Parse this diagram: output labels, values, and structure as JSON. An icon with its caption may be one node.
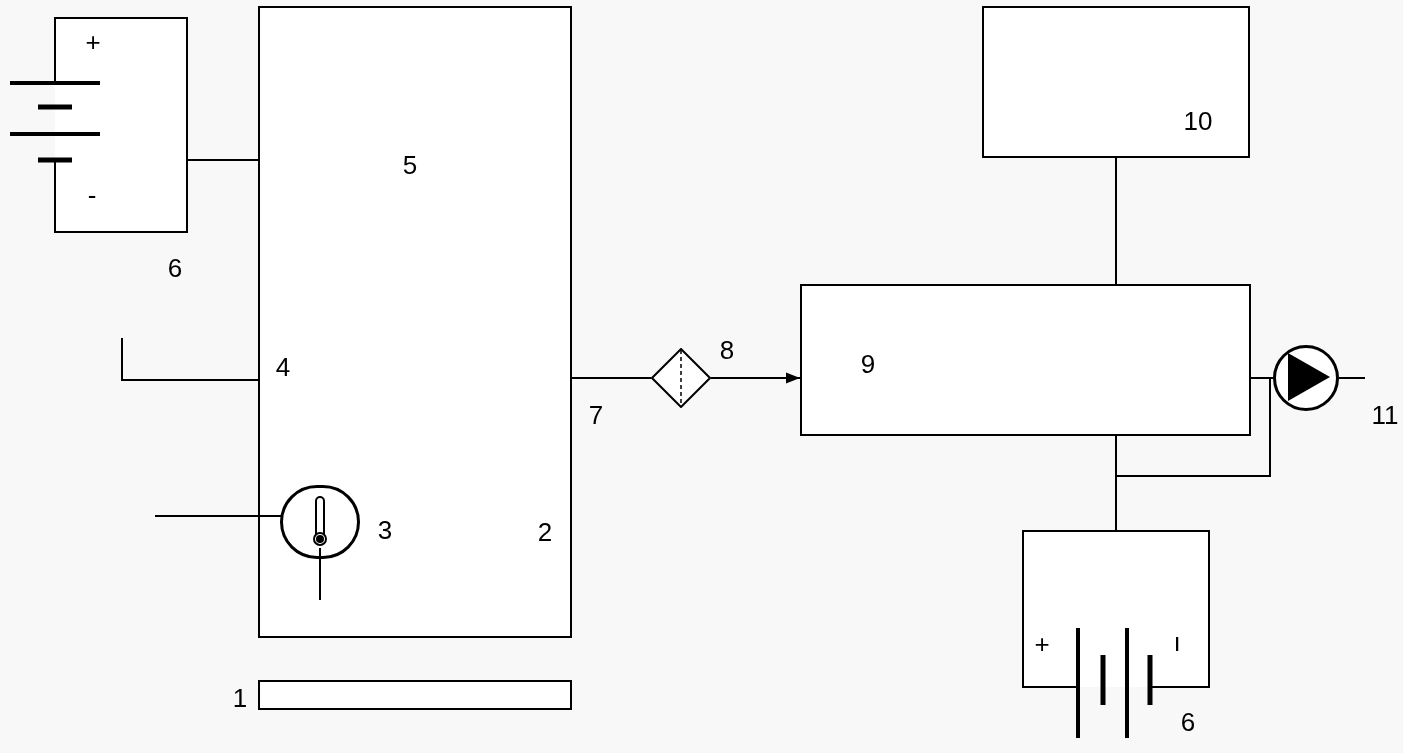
{
  "diagram": {
    "nodes": [
      {
        "text": [
          "5",
          "2"
        ]
      },
      {
        "text": [
          "+",
          "-"
        ],
        "beside": [
          "6"
        ]
      },
      {
        "text": [],
        "shape": "circle",
        "in": 0,
        "beside": [
          "3"
        ]
      },
      {
        "text": [],
        "shape": "bar",
        "beside": [
          "1"
        ]
      },
      {
        "text": [],
        "shape": "diamond",
        "beside": [
          "8"
        ]
      },
      {
        "text": [
          "9"
        ]
      },
      {
        "text": [
          "10"
        ]
      },
      {
        "text": [],
        "shape": "circle",
        "beside": [
          "11"
        ]
      },
      {
        "text": [
          "+",
          "ı"
        ],
        "beside": [
          "6"
        ]
      }
    ],
    "edges": [
      {
        "from": 1,
        "to": 0,
        "arrow": "none"
      },
      {
        "from": 0,
        "to": 4,
        "arrow": "none"
      },
      {
        "from": 4,
        "to": 5,
        "arrow": "to"
      },
      {
        "from": 6,
        "to": 5,
        "arrow": "none"
      },
      {
        "from": 5,
        "to": 7,
        "arrow": "none"
      },
      {
        "from": 5,
        "to": 8,
        "arrow": "none"
      },
      {
        "from": 8,
        "to": 7,
        "arrow": "none"
      },
      {
        "from": 7,
        "to": null,
        "arrow": "none"
      },
      {
        "from": null,
        "to": 0,
        "arrow": "none"
      },
      {
        "from": null,
        "to": 2,
        "arrow": "none"
      }
    ],
    "labels": [
      "4",
      "7"
    ]
  }
}
